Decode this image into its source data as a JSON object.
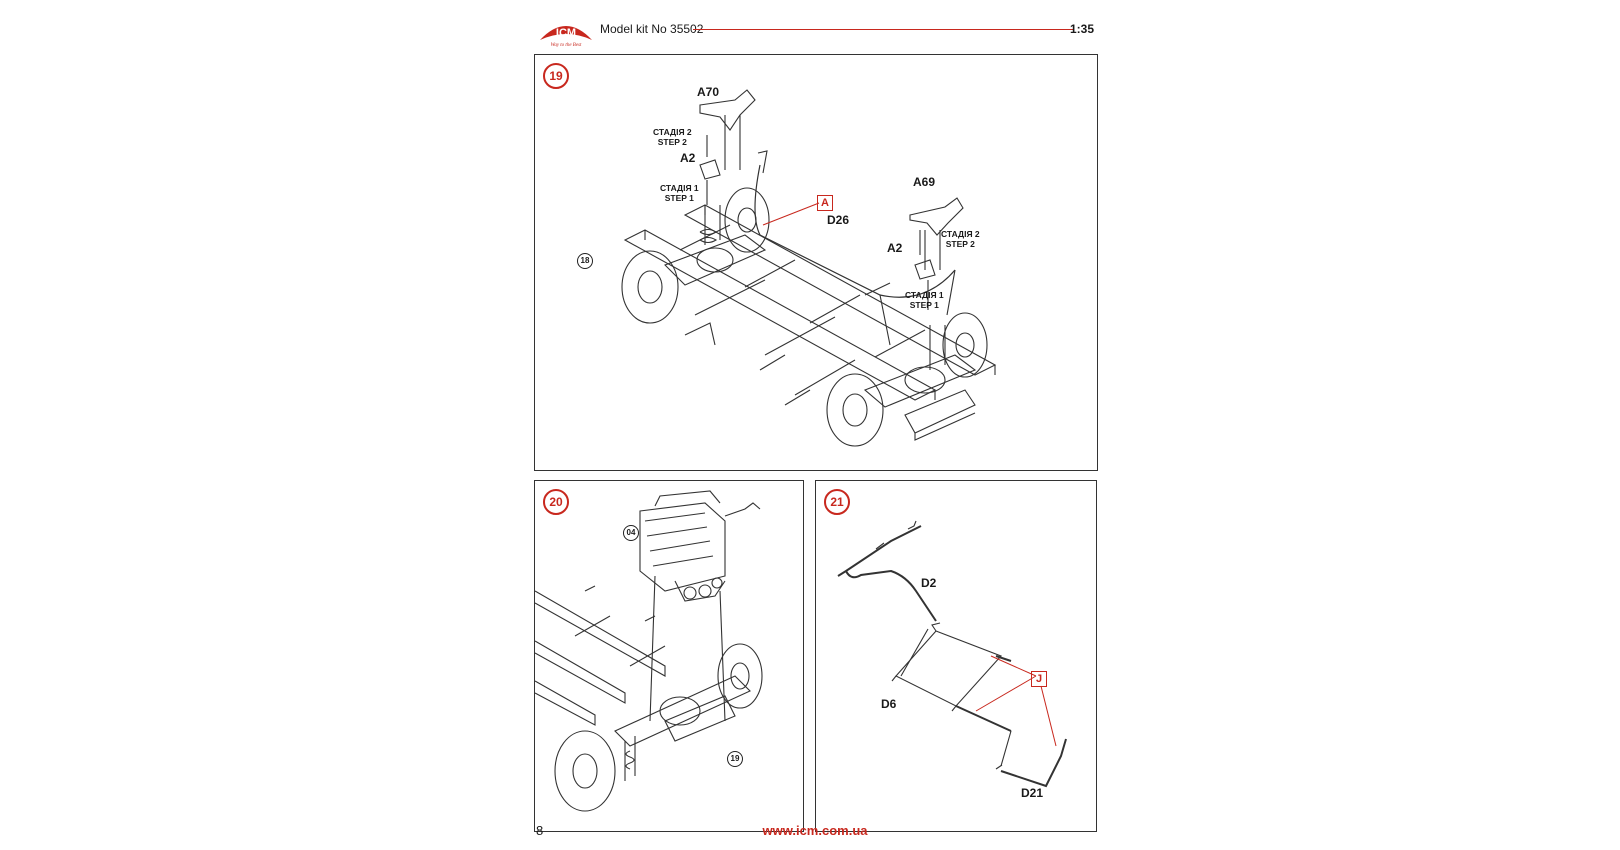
{
  "header": {
    "model_kit": "Model kit No 35502",
    "scale": "1:35",
    "logo_text": "ICM"
  },
  "step19": {
    "number": "19",
    "parts": {
      "a70": "A70",
      "a2_left": "A2",
      "a69": "A69",
      "a2_right": "A2",
      "d26": "D26"
    },
    "steps": {
      "left_step2": "СТАДІЯ 2\nSTEP 2",
      "left_step1": "СТАДІЯ 1\nSTEP 1",
      "right_step2": "СТАДІЯ 2\nSTEP 2",
      "right_step1": "СТАДІЯ 1\nSTEP 1"
    },
    "callout": "A",
    "ref_step": "18"
  },
  "step20": {
    "number": "20",
    "ref_top": "04",
    "ref_bottom": "19"
  },
  "step21": {
    "number": "21",
    "parts": {
      "d2": "D2",
      "d6": "D6",
      "d21": "D21"
    },
    "callout": "J"
  },
  "footer": {
    "page_number": "8",
    "url": "www.icm.com.ua"
  },
  "colors": {
    "accent": "#c8281e",
    "line": "#333333"
  }
}
